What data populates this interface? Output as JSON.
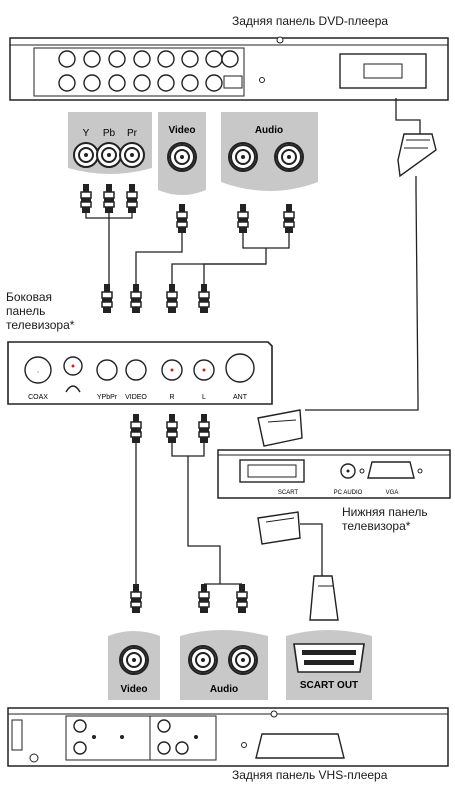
{
  "labels": {
    "dvd_rear": "Задняя панель DVD-плеера",
    "tv_side": [
      "Боковая",
      "панель",
      "телевизора*"
    ],
    "tv_bottom": [
      "Нижняя панель",
      "телевизора*"
    ],
    "vhs_rear": "Задняя панель VHS-плеера"
  },
  "dvd_tags": {
    "video": "Video",
    "audio": "Audio"
  },
  "component_tags": {
    "y": "Y",
    "pb": "Pb",
    "pr": "Pr"
  },
  "tv_side_ports": {
    "coax": "COAX",
    "ypbpr": "YPbPr",
    "video": "VIDEO",
    "r": "R",
    "l": "L",
    "ant": "ANT"
  },
  "tv_bottom_ports": {
    "scart": "SCART",
    "pc_audio": "PC AUDIO",
    "vga": "VGA"
  },
  "vhs_tags": {
    "video": "Video",
    "audio": "Audio",
    "scart_out": "SCART OUT"
  }
}
